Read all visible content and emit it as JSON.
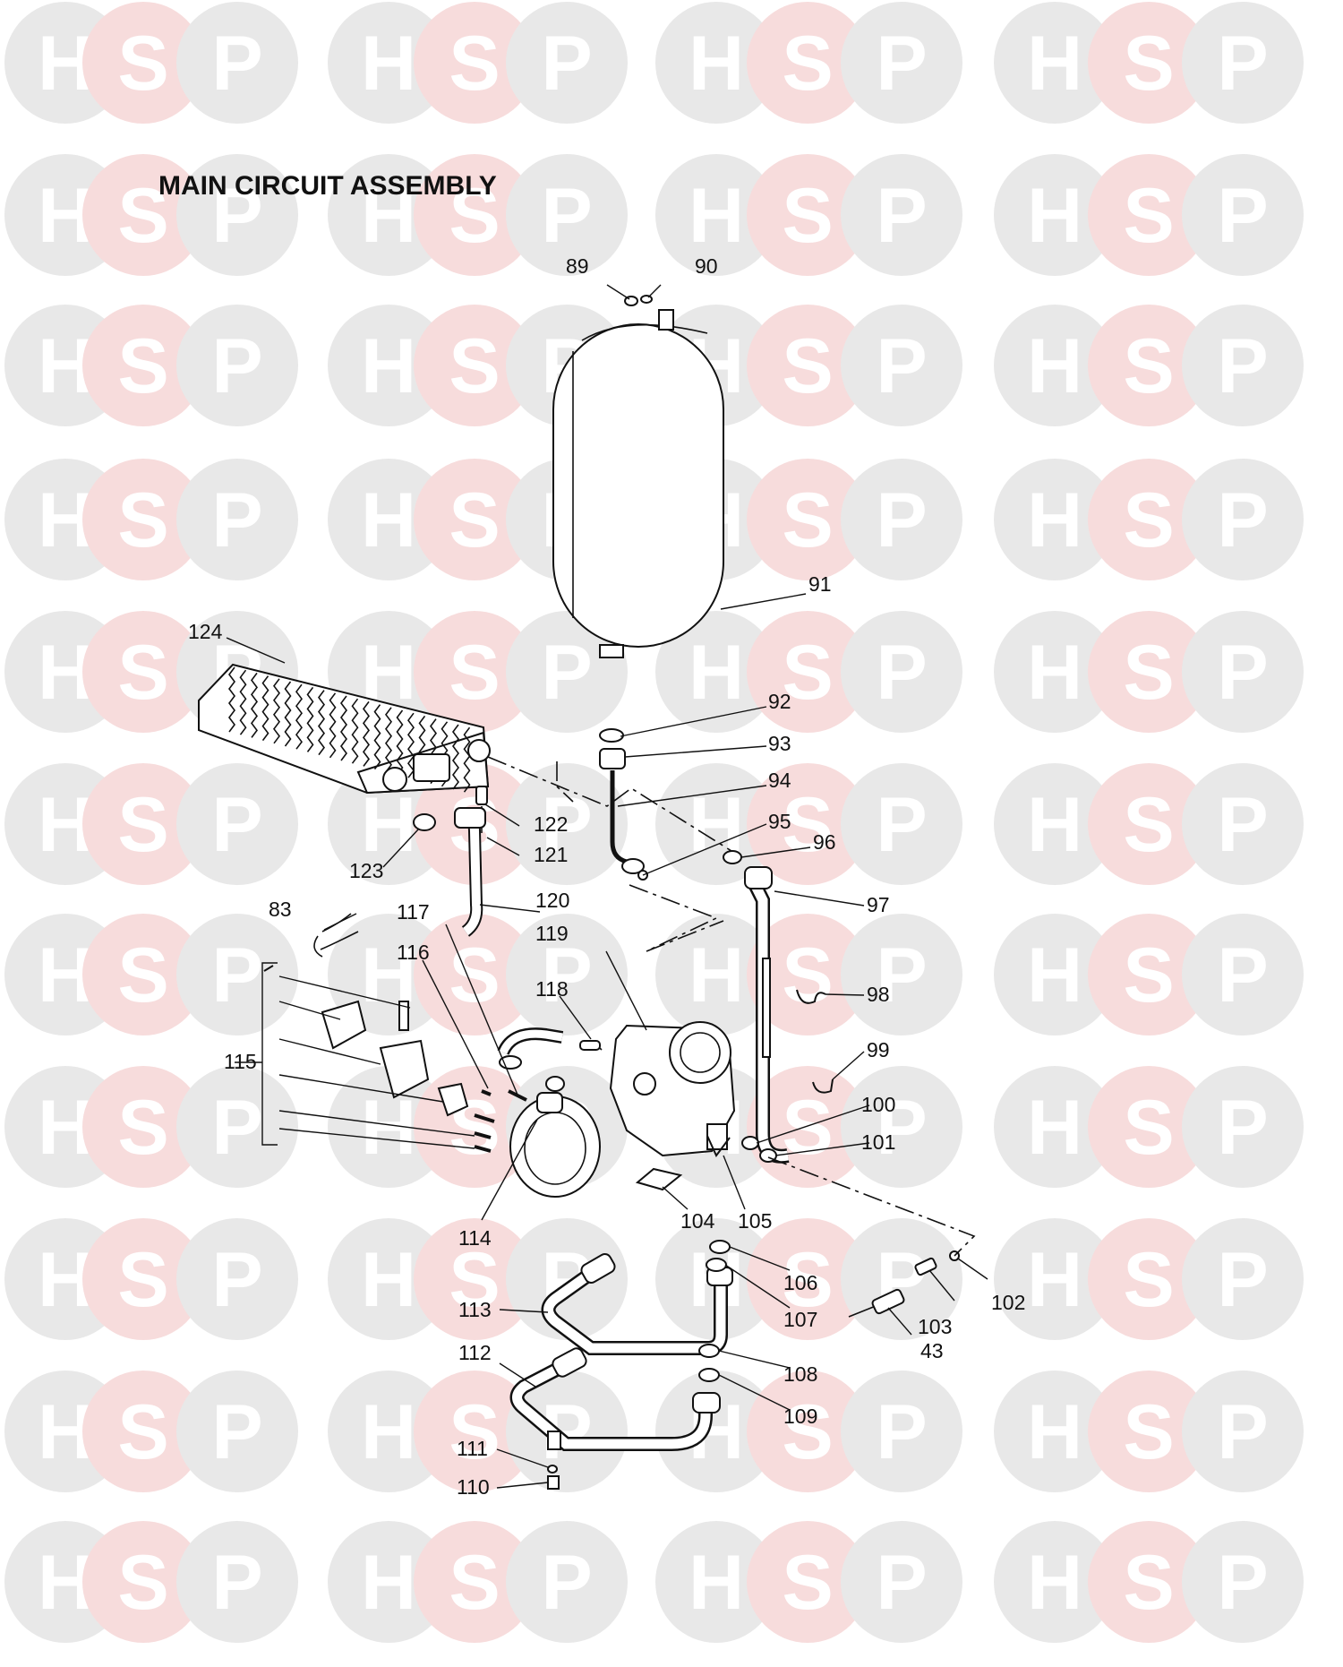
{
  "title": "MAIN CIRCUIT ASSEMBLY",
  "watermark": {
    "letters": [
      "H",
      "S",
      "P"
    ],
    "colors": {
      "neutral": "#e8e8e8",
      "accent": "#f7dcdc",
      "letter": "#ffffff"
    }
  },
  "callouts": {
    "c43": "43",
    "c83": "83",
    "c89": "89",
    "c90": "90",
    "c91": "91",
    "c92": "92",
    "c93": "93",
    "c94": "94",
    "c95": "95",
    "c96": "96",
    "c97": "97",
    "c98": "98",
    "c99": "99",
    "c100": "100",
    "c101": "101",
    "c102": "102",
    "c103": "103",
    "c104": "104",
    "c105": "105",
    "c106": "106",
    "c107": "107",
    "c108": "108",
    "c109": "109",
    "c110": "110",
    "c111": "111",
    "c112": "112",
    "c113": "113",
    "c114": "114",
    "c115": "115",
    "c116": "116",
    "c117": "117",
    "c118": "118",
    "c119": "119",
    "c120": "120",
    "c121": "121",
    "c122": "122",
    "c123": "123",
    "c124": "124"
  }
}
